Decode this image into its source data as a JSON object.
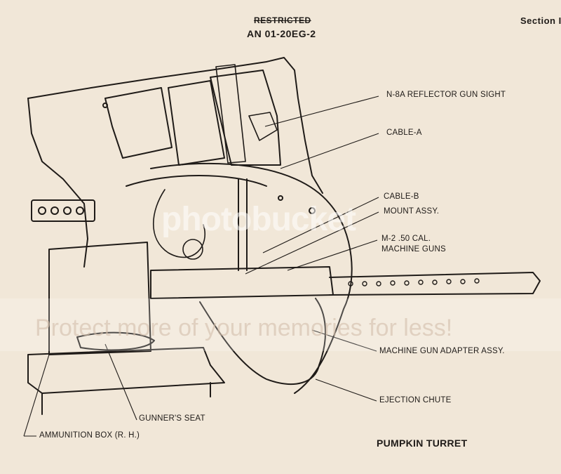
{
  "header": {
    "restricted": "RESTRICTED",
    "document_number": "AN 01-20EG-2",
    "section": "Section I"
  },
  "callouts": [
    {
      "id": "n8a",
      "label": "N-8A REFLECTOR GUN SIGHT"
    },
    {
      "id": "cable_a",
      "label": "CABLE-A"
    },
    {
      "id": "cable_b",
      "label": "CABLE-B"
    },
    {
      "id": "mount",
      "label": "MOUNT ASSY."
    },
    {
      "id": "m2_line1",
      "label": "M-2 .50 CAL."
    },
    {
      "id": "m2_line2",
      "label": "MACHINE GUNS"
    },
    {
      "id": "adapter",
      "label": "MACHINE GUN ADAPTER ASSY."
    },
    {
      "id": "ejection",
      "label": "EJECTION CHUTE"
    },
    {
      "id": "seat",
      "label": "GUNNER'S SEAT"
    },
    {
      "id": "ammo",
      "label": "AMMUNITION BOX (R. H.)"
    }
  ],
  "caption": "PUMPKIN TURRET",
  "watermark": {
    "logo": "photobucket",
    "promo": "Protect more of your memories for less!"
  },
  "colors": {
    "paper": "#f1e7d8",
    "ink": "#1f1b18"
  }
}
